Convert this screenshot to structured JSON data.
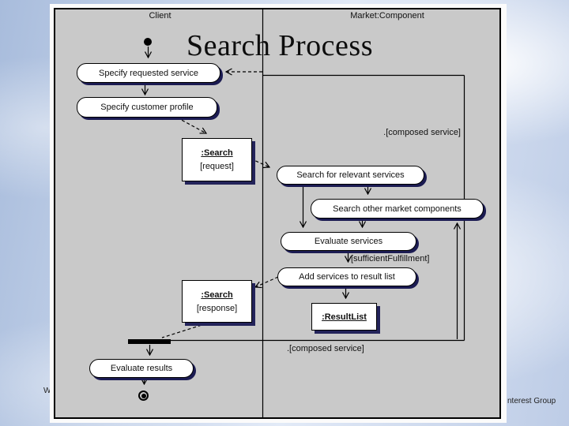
{
  "slide": {
    "title": "Search Process",
    "footer_left_fragment": "W",
    "footer_right_fragment": "nterest Group"
  },
  "diagram": {
    "type": "uml-activity-diagram",
    "colors": {
      "frame_fill": "#c9c9c9",
      "node_fill": "#ffffff",
      "node_shadow": "#1b1b52",
      "line": "#000000",
      "slide_background": "#c3d0e8"
    },
    "lanes": [
      {
        "label": "Client"
      },
      {
        "label": "Market:Component"
      }
    ],
    "activities": [
      {
        "label": "Specify requested service"
      },
      {
        "label": "Specify customer profile"
      },
      {
        "label": "Search for relevant services"
      },
      {
        "label": "Search other market components"
      },
      {
        "label": "Evaluate services"
      },
      {
        "label": "Add services to result list"
      },
      {
        "label": "Evaluate results"
      }
    ],
    "objects": [
      {
        "title": ":Search",
        "state": "[request]"
      },
      {
        "title": ":Search",
        "state": "[response]"
      },
      {
        "title": ":ResultList"
      }
    ],
    "guards": {
      "composed_service_top": ".[composed service]",
      "sufficient_fulfillment": "[sufficientFulfillment]",
      "composed_service_bottom": ".[composed service]"
    }
  }
}
